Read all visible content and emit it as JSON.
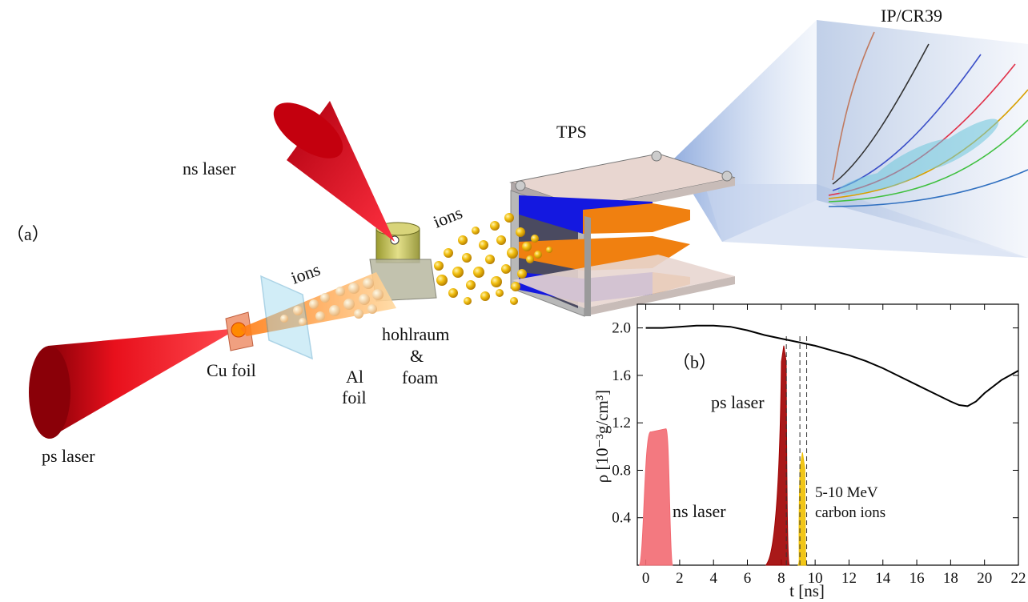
{
  "labels": {
    "panel_a": "（a）",
    "panel_b": "（b）",
    "ps_laser": "ps laser",
    "ns_laser": "ns laser",
    "cu_foil": "Cu foil",
    "al_foil_1": "Al",
    "al_foil_2": "foil",
    "ions_1": "ions",
    "ions_2": "ions",
    "hohlraum_1": "hohlraum",
    "hohlraum_2": "&",
    "hohlraum_3": "foam",
    "tps": "TPS",
    "detector": "IP/CR39"
  },
  "colors": {
    "laser_red": "#e8101c",
    "ion_gold": "#f0b800",
    "magnet_blue": "#1418e0",
    "magnet_orange": "#f08010",
    "detector_blue": "#8fb0e0"
  },
  "chart_data": {
    "type": "line",
    "xlabel": "t [ns]",
    "ylabel": "ρ [10⁻³g/cm³]",
    "xlim": [
      -0.5,
      22
    ],
    "ylim": [
      0,
      2.2
    ],
    "xticks": [
      0,
      2,
      4,
      6,
      8,
      10,
      12,
      14,
      16,
      18,
      20,
      22
    ],
    "yticks": [
      0.4,
      0.8,
      1.2,
      1.6,
      2.0
    ],
    "density_curve": {
      "x": [
        0,
        1,
        2,
        3,
        4,
        5,
        6,
        7,
        8,
        9,
        10,
        11,
        12,
        13,
        14,
        15,
        16,
        17,
        18,
        18.5,
        19,
        19.5,
        20,
        21,
        22
      ],
      "y": [
        2.0,
        2.0,
        2.01,
        2.02,
        2.02,
        2.01,
        1.98,
        1.94,
        1.91,
        1.88,
        1.85,
        1.81,
        1.77,
        1.72,
        1.66,
        1.59,
        1.52,
        1.45,
        1.38,
        1.35,
        1.34,
        1.38,
        1.45,
        1.56,
        1.64
      ]
    },
    "pulses": [
      {
        "name": "ns laser",
        "start": -0.4,
        "end": 1.6,
        "peak": 1.15,
        "color": "#f26a72"
      },
      {
        "name": "ps laser",
        "start": 7.1,
        "end": 8.5,
        "peak": 1.85,
        "color": "#a00000"
      },
      {
        "name": "5-10 MeV carbon ions",
        "start": 9.0,
        "end": 9.5,
        "peak": 0.95,
        "color": "#f0c000"
      }
    ],
    "annotations": {
      "ns_laser": "ns laser",
      "ps_laser": "ps laser",
      "ions_1": "5-10 MeV",
      "ions_2": "carbon ions"
    },
    "dashed_markers_x": [
      8.3,
      9.1,
      9.5
    ]
  }
}
